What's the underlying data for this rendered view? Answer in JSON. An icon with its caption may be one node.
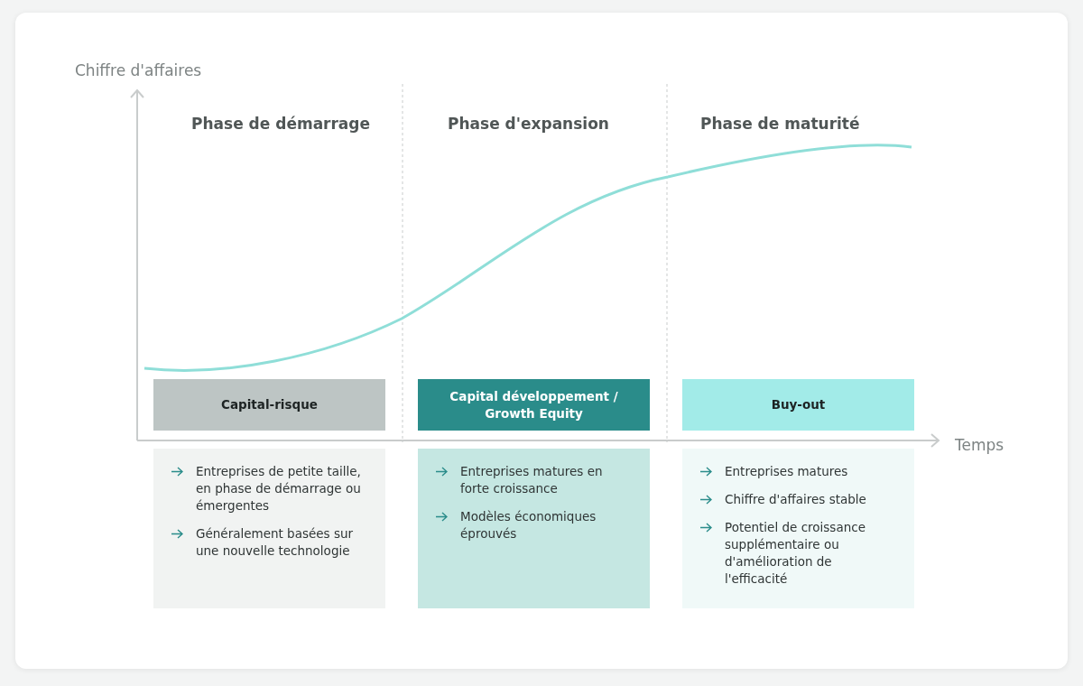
{
  "diagram": {
    "nodes": [
      {
        "text": [
          "Capital-risque"
        ]
      },
      {
        "text": [
          "Capital développement / Growth Equity"
        ]
      },
      {
        "text": [
          "Buy-out"
        ]
      },
      {
        "text": [
          "Entreprises de petite taille, en phase de démarrage ou émergentes",
          "Généralement basées sur une nouvelle technologie"
        ]
      },
      {
        "text": [
          "Entreprises matures en forte croissance",
          "Modèles économiques éprouvés"
        ]
      },
      {
        "text": [
          "Entreprises matures",
          "Chiffre d'affaires stable",
          "Potentiel de croissance supplémentaire ou d'amélioration de l'efficacité"
        ]
      }
    ],
    "edges": [],
    "labels": [
      "Chiffre d'affaires",
      "Phase de démarrage",
      "Phase d'expansion",
      "Phase de maturité",
      "Temps"
    ]
  }
}
